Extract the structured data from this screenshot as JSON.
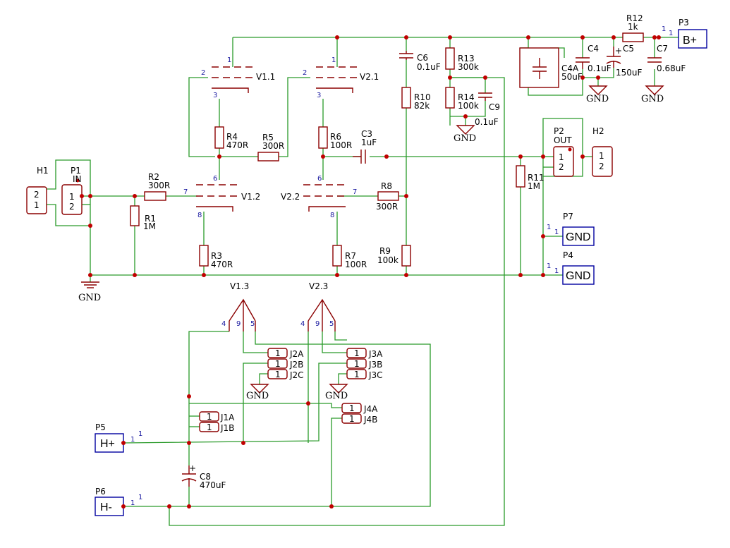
{
  "tubes": [
    {
      "ref": "V1.1",
      "pins": [
        "1",
        "2",
        "3"
      ]
    },
    {
      "ref": "V2.1",
      "pins": [
        "1",
        "2",
        "3"
      ]
    },
    {
      "ref": "V1.2",
      "pins": [
        "6",
        "7",
        "8"
      ]
    },
    {
      "ref": "V2.2",
      "pins": [
        "6",
        "7",
        "8"
      ]
    },
    {
      "ref": "V1.3",
      "pins": [
        "4",
        "9",
        "5"
      ]
    },
    {
      "ref": "V2.3",
      "pins": [
        "4",
        "9",
        "5"
      ]
    }
  ],
  "resistors": [
    {
      "ref": "R1",
      "value": "1M"
    },
    {
      "ref": "R2",
      "value": "300R"
    },
    {
      "ref": "R3",
      "value": "470R"
    },
    {
      "ref": "R4",
      "value": "470R"
    },
    {
      "ref": "R5",
      "value": "300R"
    },
    {
      "ref": "R6",
      "value": "100R"
    },
    {
      "ref": "R7",
      "value": "100R"
    },
    {
      "ref": "R8",
      "value": "300R"
    },
    {
      "ref": "R9",
      "value": "100k"
    },
    {
      "ref": "R10",
      "value": "82k"
    },
    {
      "ref": "R11",
      "value": "1M"
    },
    {
      "ref": "R12",
      "value": "1k"
    },
    {
      "ref": "R13",
      "value": "300k"
    },
    {
      "ref": "R14",
      "value": "100k"
    }
  ],
  "capacitors": [
    {
      "ref": "C3",
      "value": "1uF"
    },
    {
      "ref": "C4",
      "value": "0.1uF"
    },
    {
      "ref": "C4A",
      "value": "50uF"
    },
    {
      "ref": "C5",
      "value": "150uF"
    },
    {
      "ref": "C6",
      "value": "0.1uF"
    },
    {
      "ref": "C7",
      "value": "0.68uF"
    },
    {
      "ref": "C8",
      "value": "470uF"
    },
    {
      "ref": "C9",
      "value": "0.1uF"
    }
  ],
  "connectors": [
    {
      "ref": "H1",
      "pins": [
        "2",
        "1"
      ]
    },
    {
      "ref": "P1",
      "value": "IN",
      "pins": [
        "1",
        "2"
      ]
    },
    {
      "ref": "P2",
      "value": "OUT",
      "pins": [
        "1",
        "2"
      ]
    },
    {
      "ref": "H2",
      "pins": [
        "1",
        "2"
      ]
    }
  ],
  "ports": [
    {
      "ref": "P3",
      "label": "B+",
      "pin": "1"
    },
    {
      "ref": "P4",
      "label": "GND",
      "pin": "1"
    },
    {
      "ref": "P5",
      "label": "H+",
      "pin": "1"
    },
    {
      "ref": "P6",
      "label": "H-",
      "pin": "1"
    },
    {
      "ref": "P7",
      "label": "GND",
      "pin": "1"
    }
  ],
  "jumpers": [
    {
      "ref": "J1A",
      "pin": "1"
    },
    {
      "ref": "J1B",
      "pin": "1"
    },
    {
      "ref": "J2A",
      "pin": "1"
    },
    {
      "ref": "J2B",
      "pin": "1"
    },
    {
      "ref": "J2C",
      "pin": "1"
    },
    {
      "ref": "J3A",
      "pin": "1"
    },
    {
      "ref": "J3B",
      "pin": "1"
    },
    {
      "ref": "J3C",
      "pin": "1"
    },
    {
      "ref": "J4A",
      "pin": "1"
    },
    {
      "ref": "J4B",
      "pin": "1"
    }
  ],
  "ground_label": "GND",
  "colors": {
    "wire": "#2a9a2a",
    "component": "#8b0000",
    "junction": "#c00000",
    "pin_text": "#1a1aa0"
  }
}
